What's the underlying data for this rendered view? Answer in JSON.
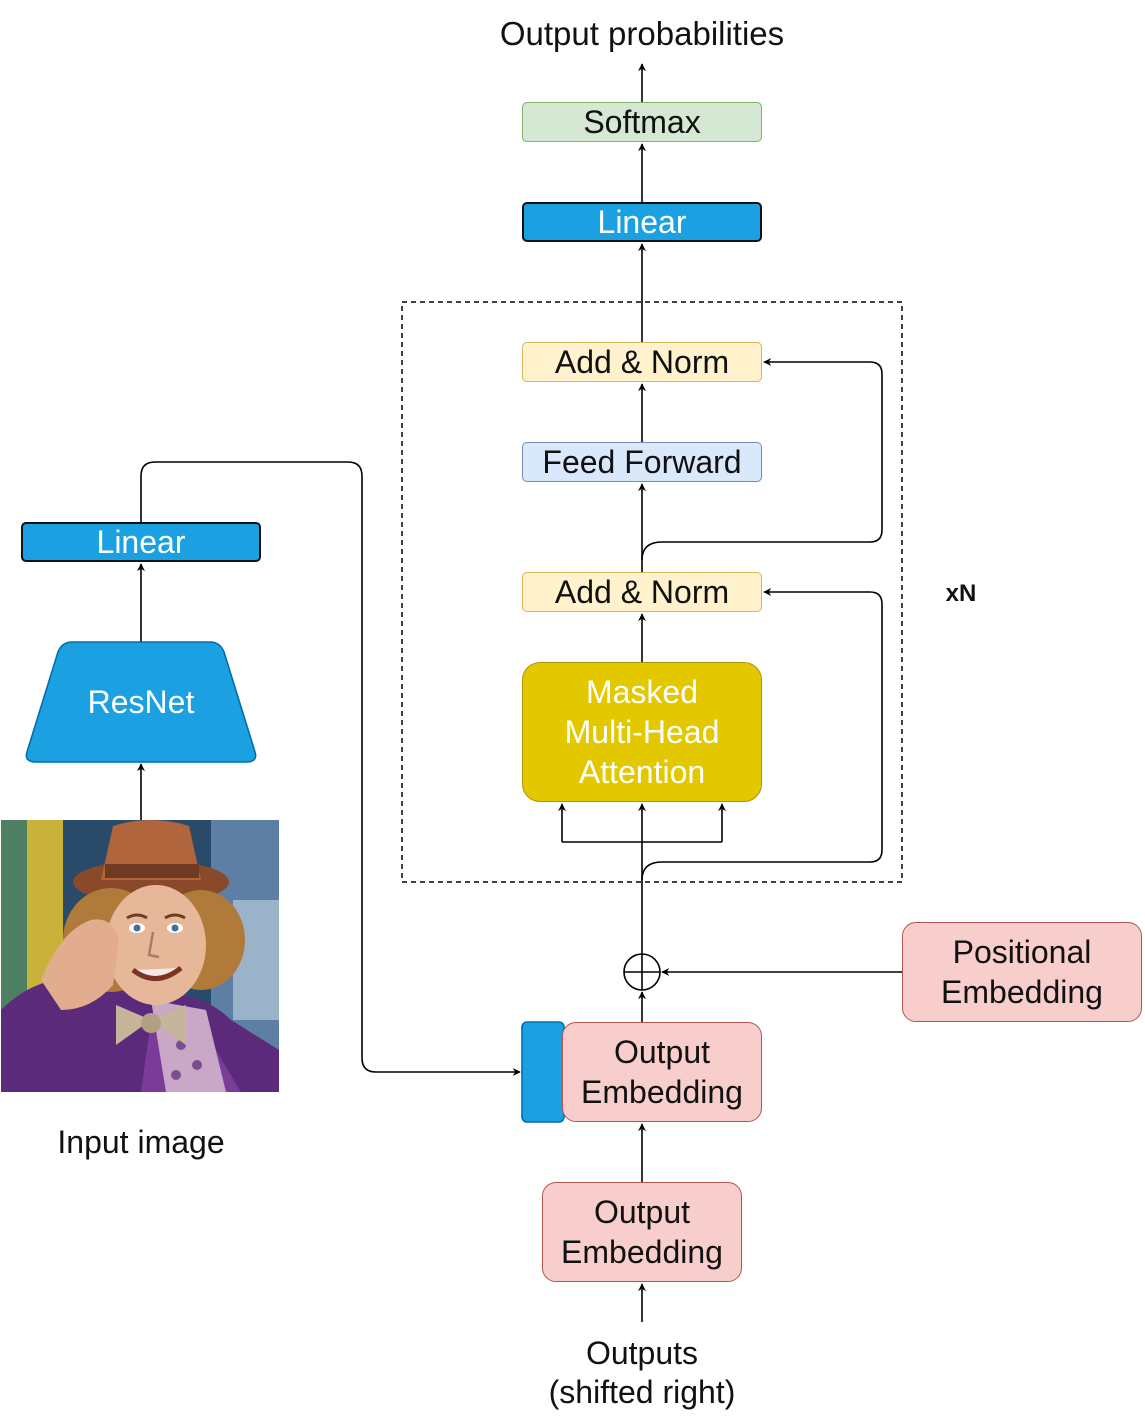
{
  "output_label": "Output probabilities",
  "softmax_label": "Softmax",
  "decoder_linear_label": "Linear",
  "add_norm_top_label": "Add & Norm",
  "feed_forward_label": "Feed Forward",
  "add_norm_bottom_label": "Add & Norm",
  "masked_attention": {
    "line1": "Masked",
    "line2": "Multi-Head",
    "line3": "Attention"
  },
  "repeat_label": "xN",
  "positional_embedding": {
    "line1": "Positional",
    "line2": "Embedding"
  },
  "output_embedding_combined": {
    "line1": "Output",
    "line2": "Embedding"
  },
  "output_embedding_input": {
    "line1": "Output",
    "line2": "Embedding"
  },
  "outputs_label": {
    "line1": "Outputs",
    "line2": "(shifted right)"
  },
  "image_branch": {
    "linear_label": "Linear",
    "resnet_label": "ResNet",
    "input_image_label": "Input image"
  },
  "colors": {
    "softmax_fill": "#d5e8d4",
    "softmax_stroke": "#82b366",
    "linear_fill": "#1ba1e2",
    "linear_stroke": "#111111",
    "add_norm_fill": "#fff2cc",
    "add_norm_stroke": "#d6b656",
    "feed_forward_fill": "#dae8fc",
    "feed_forward_stroke": "#6c8ebf",
    "attention_fill": "#e3c800",
    "attention_stroke": "#b09500",
    "embedding_fill": "#f8cecc",
    "embedding_stroke": "#b85450",
    "resnet_fill": "#1ba1e2",
    "resnet_stroke": "#006eaf"
  },
  "icons": [
    "add-circle-icon",
    "arrow-icon",
    "photo-portrait"
  ]
}
